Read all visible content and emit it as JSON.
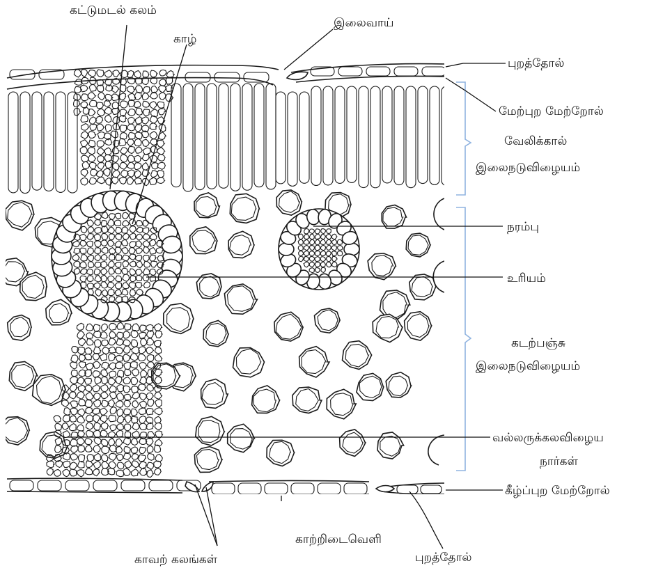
{
  "labels": {
    "bundle_sheath_cell": "கட்டுமடல் கலம்",
    "xylem": "காழ்",
    "stoma": "இலைவாய்",
    "cuticle_top": "புறத்தோல்",
    "upper_epidermis": "மேற்புற மேற்றோல்",
    "palisade_line1": "வேலிக்கால்",
    "palisade_line2": "இலைநடுவிழையம்",
    "vein": "நரம்பு",
    "phloem": "உரியம்",
    "spongy_line1": "கடற்பஞ்சு",
    "spongy_line2": "இலைநடுவிழையம்",
    "sclerenchyma_line1": "வல்லருக்கலவிழைய",
    "sclerenchyma_line2": "நார்கள்",
    "lower_epidermis": "கீழ்ப்புற மேற்றோல்",
    "air_space": "காற்றிடைவெளி",
    "guard_cells": "காவற் கலங்கள்",
    "cuticle_bottom": "புறத்தோல்"
  },
  "colors": {
    "ink": "#1a1a1a",
    "brace": "#8fb3e0",
    "background": "#ffffff"
  }
}
